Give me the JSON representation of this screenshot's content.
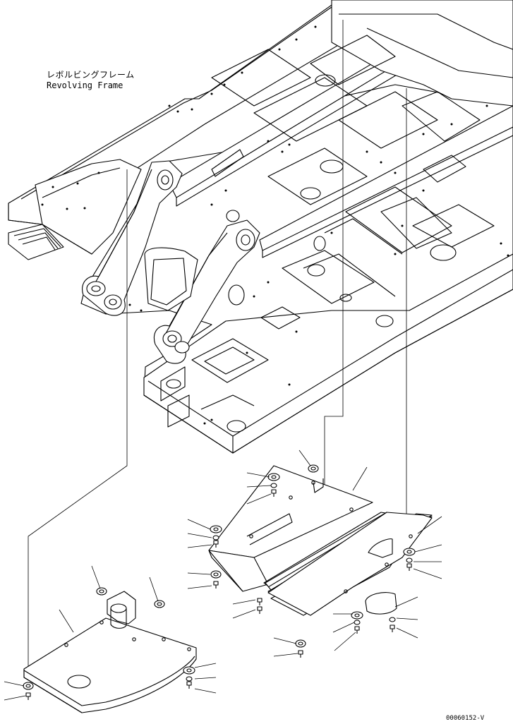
{
  "title": {
    "japanese": "レボルビングフレーム",
    "english": "Revolving Frame"
  },
  "drawing_code": "00060152-V",
  "colors": {
    "line": "#000000",
    "background": "#ffffff"
  }
}
